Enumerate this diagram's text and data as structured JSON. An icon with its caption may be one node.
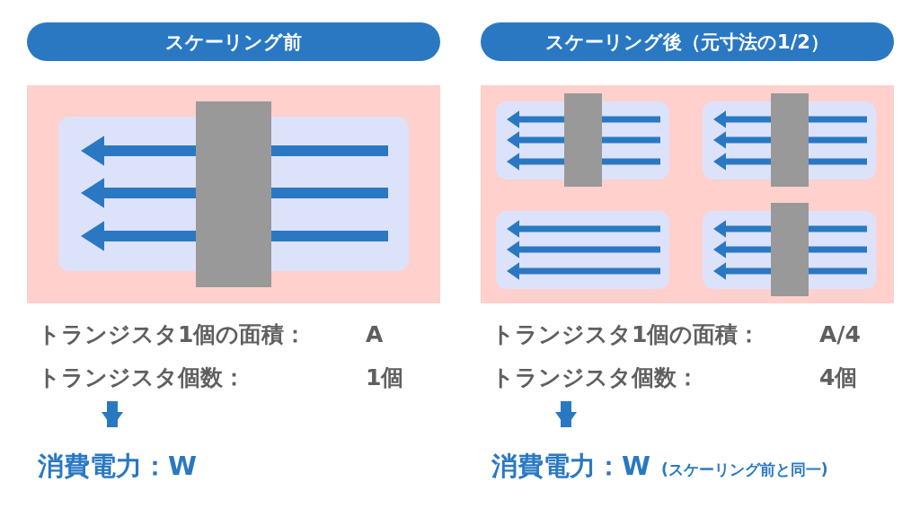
{
  "diagram": {
    "nodes": [
      {
        "text": [
          "スケーリング前"
        ]
      },
      {
        "text": [
          "スケーリング後（元寸法の1/2）"
        ]
      },
      {
        "text": [
          "トランジスタ1個の面積：",
          "A",
          "トランジスタ個数：",
          "1個"
        ]
      },
      {
        "text": [
          "消費電力：W"
        ]
      },
      {
        "text": [
          "トランジスタ1個の面積：",
          "A/4",
          "トランジスタ個数：",
          "4個"
        ]
      },
      {
        "text": [
          "消費電力：W"
        ],
        "beside": [
          "(スケーリング前と同一)"
        ]
      }
    ],
    "edges": [
      {
        "from": 2,
        "to": 3,
        "arrow": "to"
      },
      {
        "from": 4,
        "to": 5,
        "arrow": "to"
      }
    ]
  }
}
